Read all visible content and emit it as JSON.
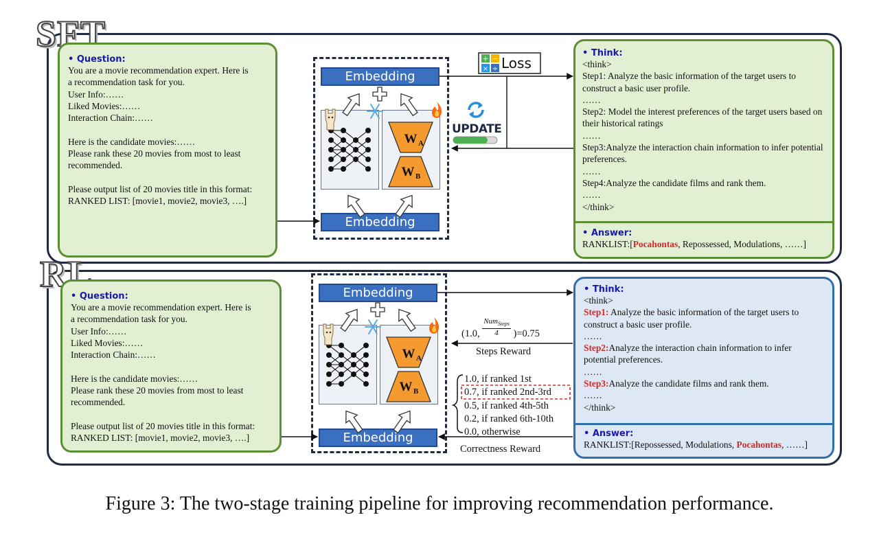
{
  "stages": {
    "sft_label": "SFT",
    "rl_label": "RL"
  },
  "sft": {
    "question_title": "Question:",
    "question_text": "You are a movie recommendation expert. Here is\na recommendation task for you.\nUser Info:……\nLiked Movies:……\nInteraction Chain:……\n\nHere is the candidate movies:……\nPlease rank these 20 movies from most to least\nrecommended.\n\nPlease output list of 20 movies title in this format:\nRANKED LIST: [movie1, movie2, movie3, ….]",
    "think_title": "Think:",
    "think_lines": [
      "<think>",
      "Step1: Analyze the basic information of the target users to construct a basic user profile.",
      "……",
      "Step2: Model the interest preferences of the target users based on their historical ratings",
      "……",
      "Step3:Analyze the interaction chain information to infer potential preferences.",
      "……",
      "Step4:Analyze the candidate films and rank them.",
      "……",
      "</think>"
    ],
    "answer_title": "Answer:",
    "answer_prefix": "RANKLIST:[",
    "answer_highlight": "Pocahontas",
    "answer_suffix": ", Repossessed, Modulations, ……]",
    "loss_label": "Loss",
    "update_label": "UPDATE"
  },
  "rl": {
    "question_title": "Question:",
    "question_text": "You are a movie recommendation expert. Here is\na recommendation task for you.\nUser Info:……\nLiked Movies:……\nInteraction Chain:……\n\nHere is the candidate movies:……\nPlease rank these 20 movies from most to least\nrecommended.\n\nPlease output list of 20 movies title in this format:\nRANKED LIST: [movie1, movie2, movie3, ….]",
    "think_title": "Think:",
    "think_open": "<think>",
    "step1_label": "Step1:",
    "step1_text": " Analyze the basic information of the target users to construct a basic user profile.",
    "dots1": "……",
    "step2_label": "Step2:",
    "step2_text": "Analyze the interaction chain information to infer potential preferences.",
    "dots2": "……",
    "step3_label": "Step3:",
    "step3_text": "Analyze the candidate films and rank them.",
    "dots3": "……",
    "think_close": "</think>",
    "answer_title": "Answer:",
    "answer_prefix": "RANKLIST:[Repossessed, Modulations, ",
    "answer_highlight": "Pocahontas",
    "answer_suffix": ", ……]",
    "steps_formula_left": "(1.0,",
    "steps_formula_num": "Num",
    "steps_formula_sub": "Steps",
    "steps_formula_den": "4",
    "steps_formula_right": ")=0.75",
    "steps_reward_label": "Steps Reward",
    "correctness_items": [
      "1.0, if ranked 1st",
      "0.7, if ranked 2nd-3rd",
      "0.5, if ranked 4th-5th",
      "0.2, if ranked 6th-10th",
      "0.0, otherwise"
    ],
    "correctness_reward_label": "Correctness Reward"
  },
  "model": {
    "embedding_label": "Embedding",
    "wa_main": "W",
    "wa_sub": "A",
    "wb_main": "W",
    "wb_sub": "B"
  },
  "caption": "Figure 3: The two-stage training pipeline for improving recommendation performance.",
  "colors": {
    "frame": "#1f2a44",
    "green_border": "#5a8f33",
    "green_fill": "#e3efd3",
    "blue_border": "#2f6fad",
    "blue_fill": "#dde8f4",
    "embedding": "#3b6fc0",
    "lora": "#f59a2e",
    "highlight_red": "#d12a2a"
  },
  "icons": [
    "llama-icon",
    "snowflake-icon",
    "fire-icon",
    "neural-network-icon",
    "calculator-icon",
    "refresh-icon",
    "plus-icon"
  ]
}
